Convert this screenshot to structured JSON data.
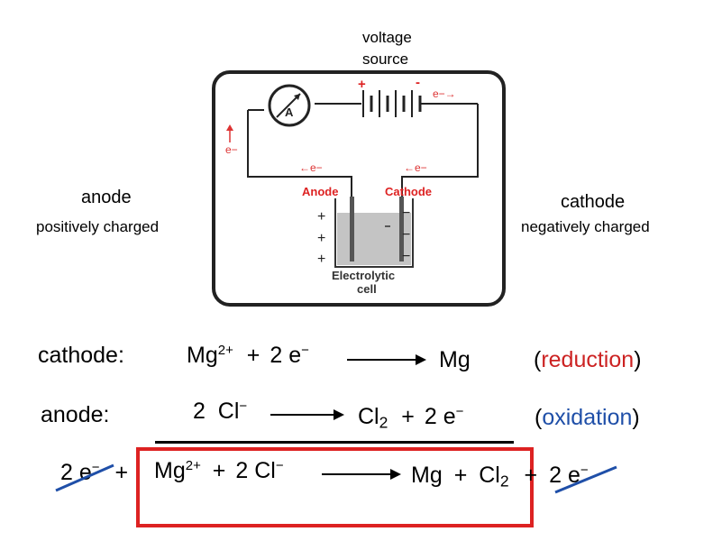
{
  "source_label": {
    "line1": "voltage",
    "line2": "source"
  },
  "circuit": {
    "ammeter": "A",
    "plus": "+",
    "minus": "-",
    "electron_top": "e−→",
    "electron_left": "e−",
    "electron_mid_left": "←e−",
    "electron_mid_right": "←e−",
    "anode_label": "Anode",
    "cathode_label": "Cathode",
    "plus_sign": "+",
    "minus_sign": "−",
    "cell_line1": "Electrolytic",
    "cell_line2": "cell"
  },
  "left_caption": {
    "title": "anode",
    "sub": "positively charged"
  },
  "right_caption": {
    "title": "cathode",
    "sub": "negatively charged"
  },
  "eq1": {
    "label": "cathode:",
    "reactant": "Mg",
    "charge": "2+",
    "plus": "+",
    "electrons": "2 e",
    "e_charge": "−",
    "product": "Mg",
    "paren_open": "(",
    "type": "reduction",
    "paren_close": ")"
  },
  "eq2": {
    "label": "anode:",
    "reactant": "2  Cl",
    "charge": "−",
    "product": "Cl",
    "product_sub": "2",
    "plus": "+",
    "electrons": "2 e",
    "e_charge": "−",
    "paren_open": "(",
    "type": "oxidation",
    "paren_close": ")"
  },
  "overall": {
    "cancel_left": "2 e",
    "cancel_left_charge": "−",
    "plus1": "+",
    "mg": "Mg",
    "mg_charge": "2+",
    "plus2": "+",
    "cl": "2 Cl",
    "cl_charge": "−",
    "product_mg": "Mg",
    "plus3": "+",
    "product_cl": "Cl",
    "product_cl_sub": "2",
    "plus4": "+",
    "cancel_right": "2 e",
    "cancel_right_charge": "−"
  },
  "colors": {
    "highlight_box": "#dd2222",
    "cancel_line": "#1f4fa8",
    "type_text": "#cc2222"
  }
}
